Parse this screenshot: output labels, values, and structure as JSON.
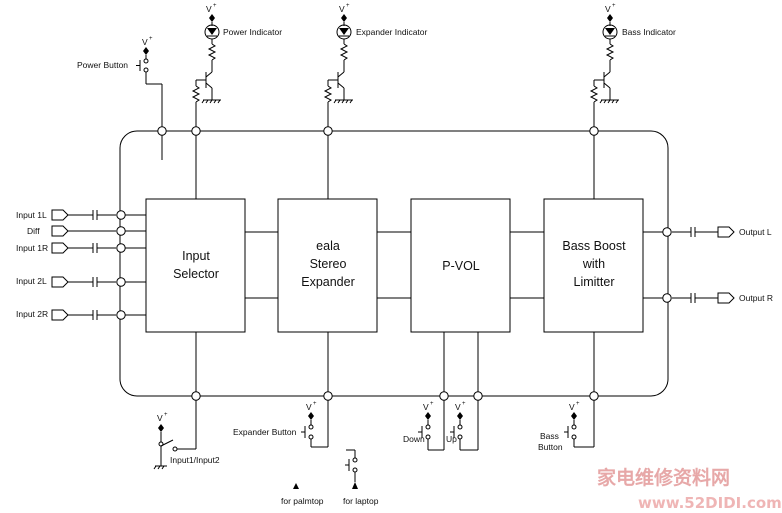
{
  "supply_label": "V",
  "supply_sup": "+",
  "indicators": {
    "power": "Power Indicator",
    "expander": "Expander Indicator",
    "bass": "Bass Indicator"
  },
  "buttons": {
    "power": "Power Button",
    "expander": "Expander Button",
    "down": "Down",
    "up": "Up",
    "bass_line1": "Bass",
    "bass_line2": "Button",
    "input_select": "Input1/Input2"
  },
  "inputs": [
    "Input 1L",
    "Diff",
    "Input 1R",
    "Input 2L",
    "Input 2R"
  ],
  "outputs": [
    "Output L",
    "Output R"
  ],
  "blocks": {
    "selector": [
      "Input",
      "Selector"
    ],
    "expander": [
      "eala",
      "Stereo",
      "Expander"
    ],
    "pvol": [
      "P-VOL"
    ],
    "bass": [
      "Bass Boost",
      "with",
      "Limitter"
    ]
  },
  "notes": {
    "palmtop": "for palmtop",
    "laptop": "for laptop"
  },
  "watermark": {
    "cn": "家电维修资料网",
    "url": "www.52DIDI.com"
  }
}
